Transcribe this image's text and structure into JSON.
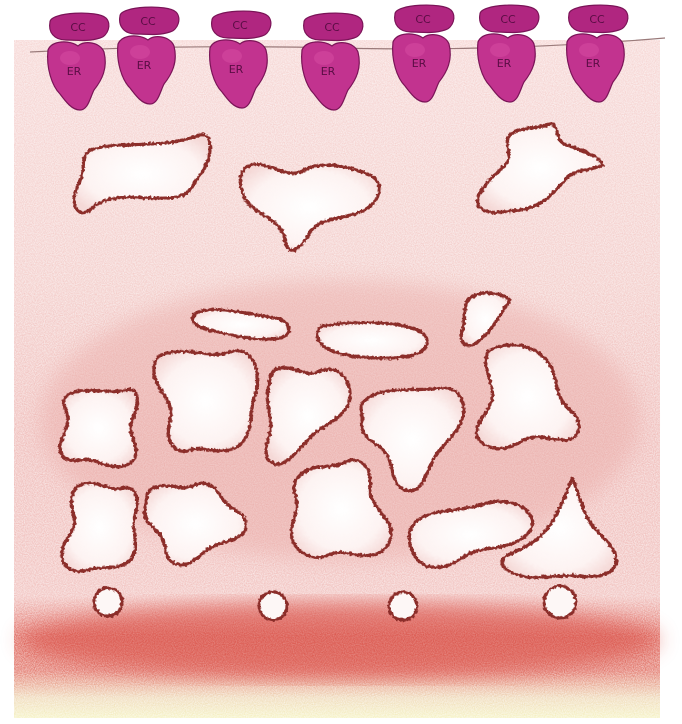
{
  "colors": {
    "background": "#ffffff",
    "tissue": "#f2c4c2",
    "tissue_dense": "#e59e9a",
    "band": "#d9534a",
    "band_yellow": "#f3efb4",
    "lumen_fill": "#fdf7f6",
    "lumen_border": "#8c2e2a",
    "cell_fill": "#c2338f",
    "cell_dark": "#b02680",
    "cell_stroke": "#7a1457",
    "surface_line": "#9a7a7a"
  },
  "cells": [
    {
      "cap_label": "CC",
      "body_label": "ER"
    },
    {
      "cap_label": "CC",
      "body_label": "ER"
    },
    {
      "cap_label": "CC",
      "body_label": "ER"
    },
    {
      "cap_label": "CC",
      "body_label": "ER"
    },
    {
      "cap_label": "CC",
      "body_label": "ER"
    },
    {
      "cap_label": "CC",
      "body_label": "ER"
    },
    {
      "cap_label": "CC",
      "body_label": "ER"
    }
  ]
}
